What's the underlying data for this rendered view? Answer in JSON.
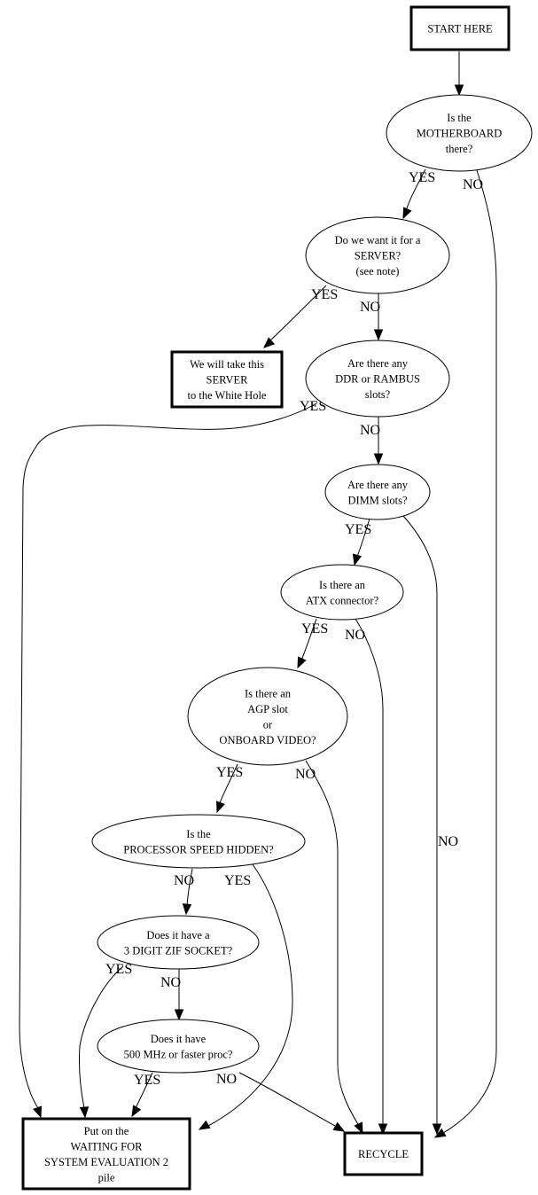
{
  "diagram": {
    "title": "Motherboard triage flowchart",
    "nodes": {
      "start": {
        "shape": "box",
        "lines": [
          "START HERE"
        ]
      },
      "motherboard": {
        "shape": "ellipse",
        "lines": [
          "Is the",
          "MOTHERBOARD",
          "there?"
        ]
      },
      "server": {
        "shape": "ellipse",
        "lines": [
          "Do we want it for a",
          "SERVER?",
          "(see note)"
        ]
      },
      "white_hole": {
        "shape": "box",
        "lines": [
          "We will take this",
          "SERVER",
          "to the White Hole"
        ]
      },
      "ddr": {
        "shape": "ellipse",
        "lines": [
          "Are there any",
          "DDR or RAMBUS",
          "slots?"
        ]
      },
      "dimm": {
        "shape": "ellipse",
        "lines": [
          "Are there any",
          "DIMM slots?"
        ]
      },
      "atx": {
        "shape": "ellipse",
        "lines": [
          "Is there an",
          "ATX connector?"
        ]
      },
      "agp": {
        "shape": "ellipse",
        "lines": [
          "Is there an",
          "AGP slot",
          "or",
          "ONBOARD VIDEO?"
        ]
      },
      "speed_hidden": {
        "shape": "ellipse",
        "lines": [
          "Is the",
          "PROCESSOR SPEED HIDDEN?"
        ]
      },
      "zif": {
        "shape": "ellipse",
        "lines": [
          "Does it have a",
          "3 DIGIT ZIF SOCKET?"
        ]
      },
      "mhz": {
        "shape": "ellipse",
        "lines": [
          "Does it have",
          "500 MHz or faster proc?"
        ]
      },
      "waiting": {
        "shape": "box",
        "lines": [
          "Put on the",
          "WAITING FOR",
          "SYSTEM EVALUATION 2",
          "pile"
        ]
      },
      "recycle": {
        "shape": "box",
        "lines": [
          "RECYCLE"
        ]
      }
    },
    "edges": [
      {
        "from": "start",
        "to": "motherboard",
        "label": ""
      },
      {
        "from": "motherboard",
        "to": "server",
        "label": "YES"
      },
      {
        "from": "motherboard",
        "to": "recycle",
        "label": "NO"
      },
      {
        "from": "server",
        "to": "white_hole",
        "label": "YES"
      },
      {
        "from": "server",
        "to": "ddr",
        "label": "NO"
      },
      {
        "from": "ddr",
        "to": "waiting",
        "label": "YES"
      },
      {
        "from": "ddr",
        "to": "dimm",
        "label": "NO"
      },
      {
        "from": "dimm",
        "to": "atx",
        "label": "YES"
      },
      {
        "from": "dimm",
        "to": "recycle",
        "label": "NO"
      },
      {
        "from": "atx",
        "to": "agp",
        "label": "YES"
      },
      {
        "from": "atx",
        "to": "recycle",
        "label": "NO"
      },
      {
        "from": "agp",
        "to": "speed_hidden",
        "label": "YES"
      },
      {
        "from": "agp",
        "to": "recycle",
        "label": "NO"
      },
      {
        "from": "speed_hidden",
        "to": "zif",
        "label": "NO"
      },
      {
        "from": "speed_hidden",
        "to": "waiting",
        "label": "YES"
      },
      {
        "from": "zif",
        "to": "waiting",
        "label": "YES"
      },
      {
        "from": "zif",
        "to": "mhz",
        "label": "NO"
      },
      {
        "from": "mhz",
        "to": "waiting",
        "label": "YES"
      },
      {
        "from": "mhz",
        "to": "recycle",
        "label": "NO"
      }
    ]
  }
}
